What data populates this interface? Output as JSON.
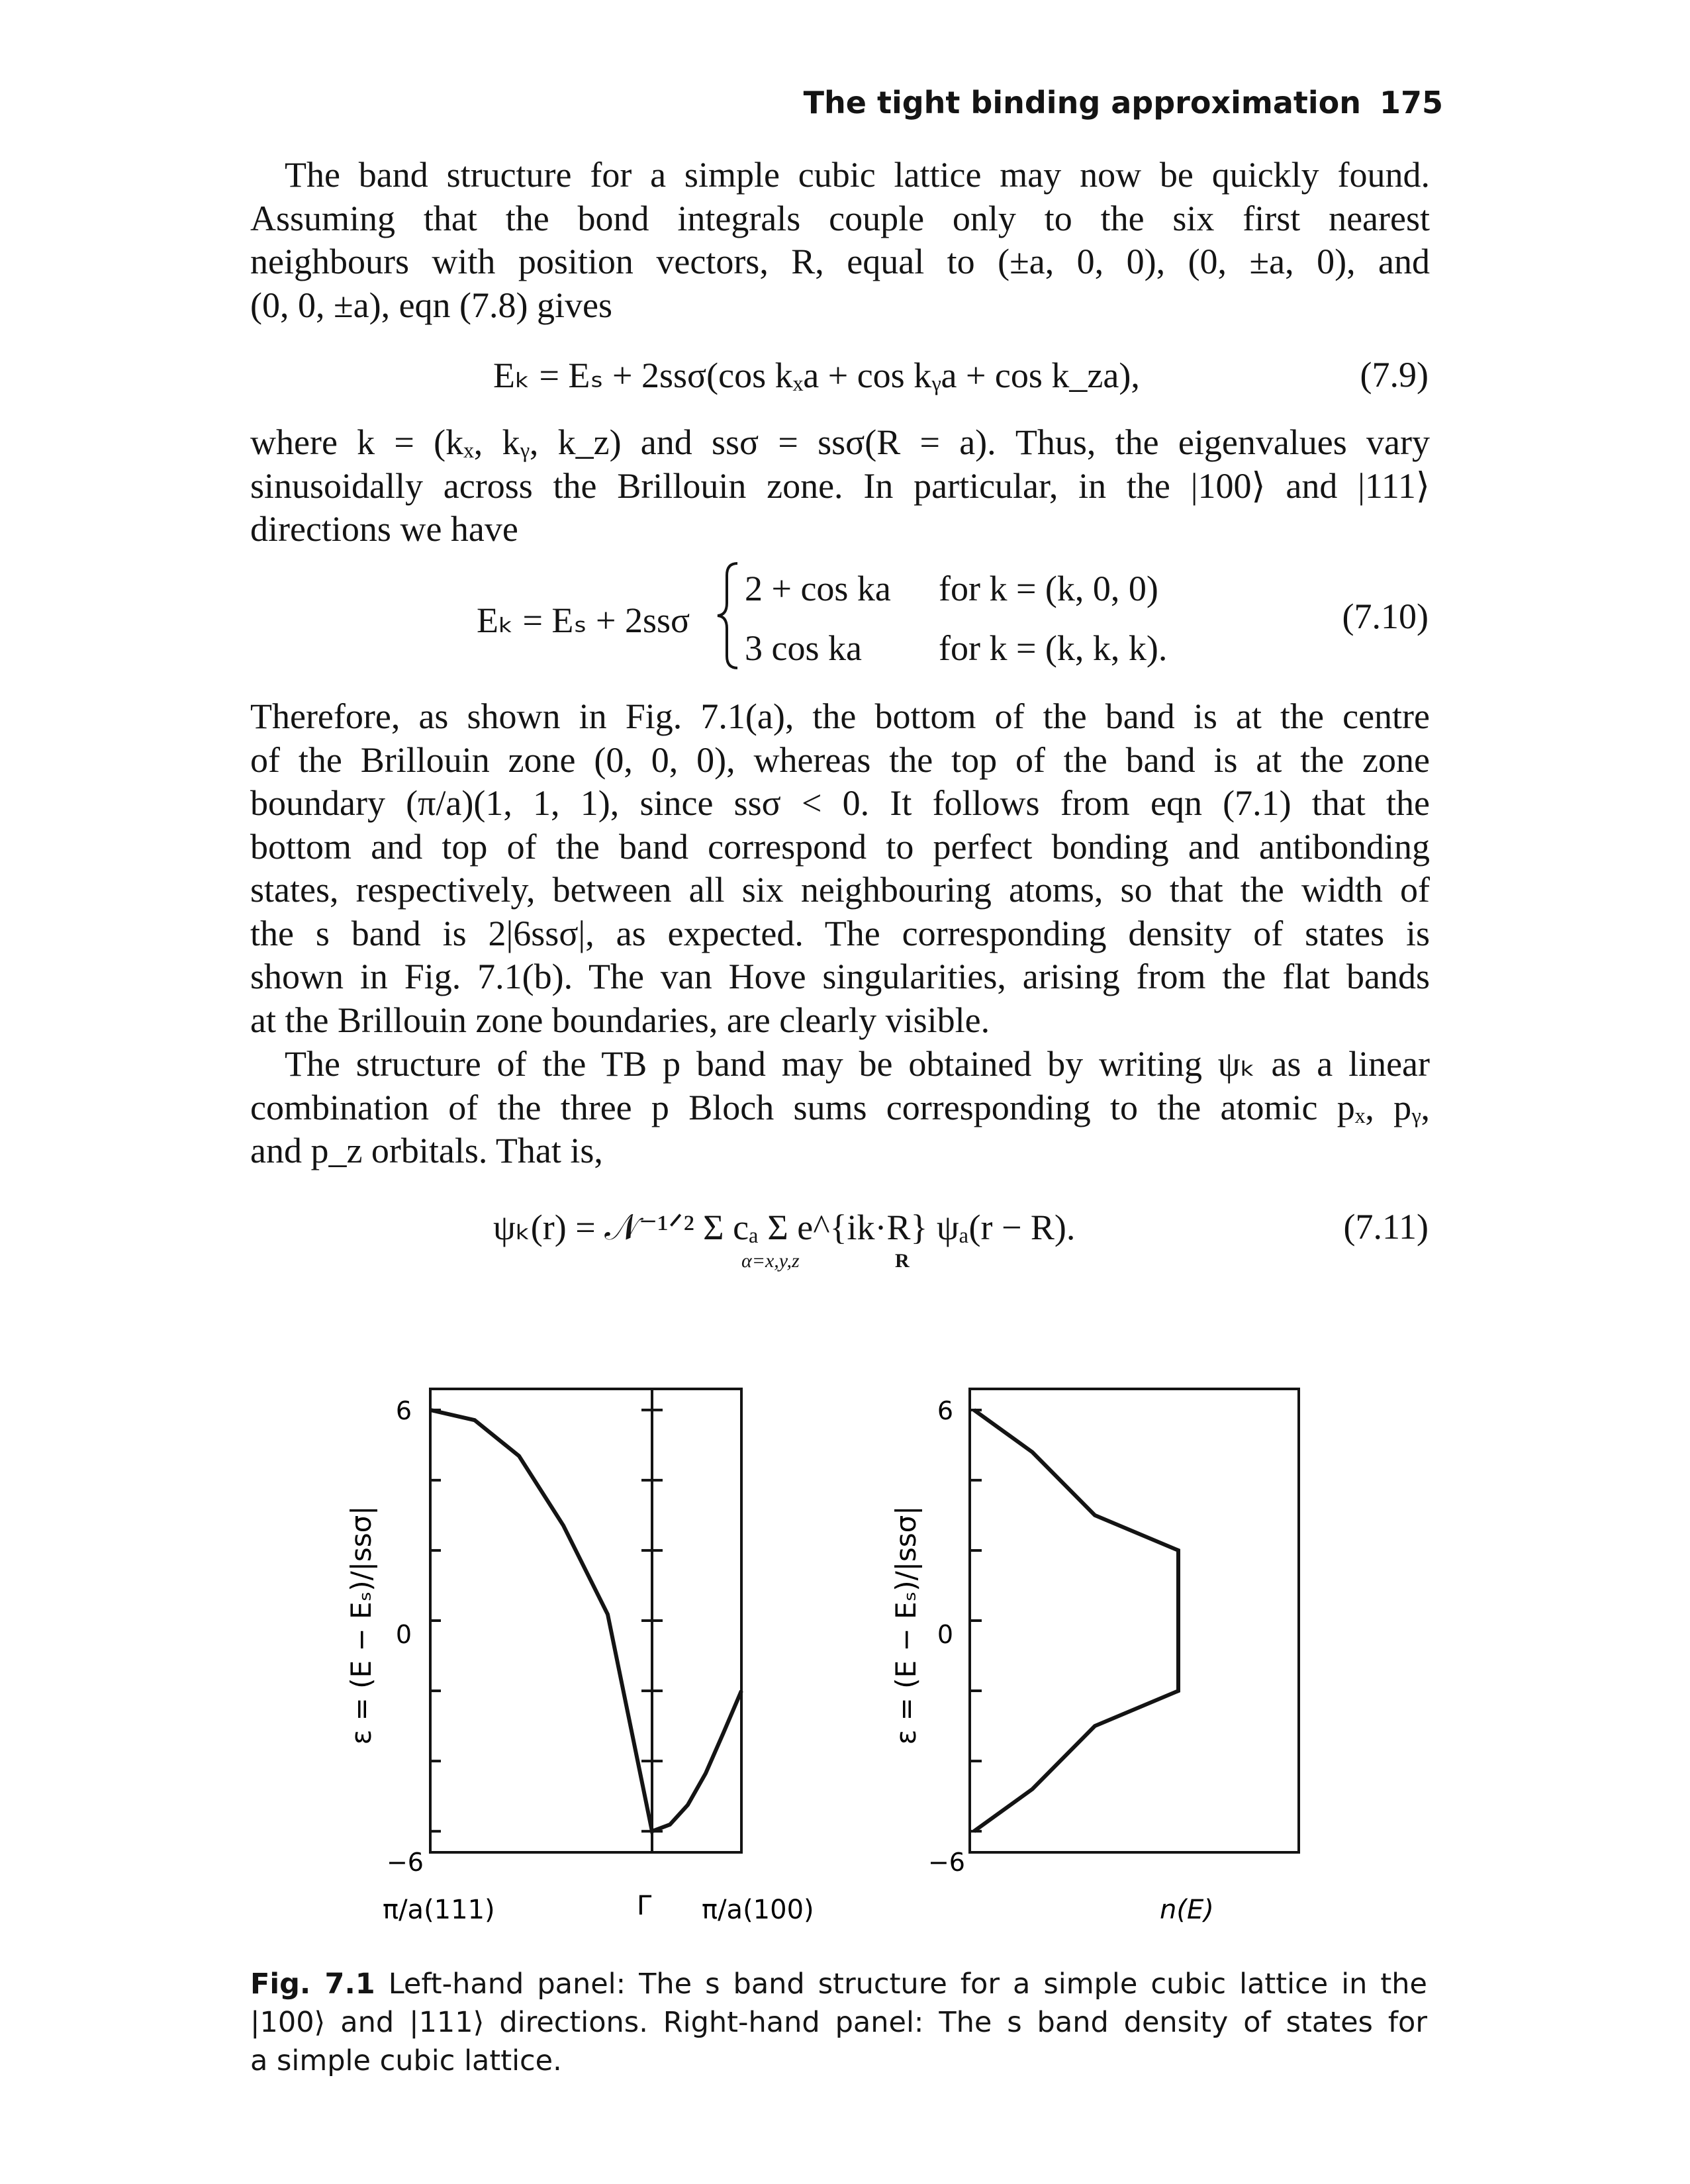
{
  "header": {
    "running_title": "The tight binding approximation",
    "page_number": "175"
  },
  "paragraph1": [
    "The band structure for a simple cubic lattice may now be quickly found.",
    "Assuming that the bond integrals couple only to the six first nearest",
    "neighbours with position vectors, R, equal to (±a, 0, 0), (0, ±a, 0), and",
    "(0, 0, ±a), eqn (7.8) gives"
  ],
  "eq79": {
    "text": "Eₖ = Eₛ + 2ssσ(cos kₓa + cos kᵧa + cos k_za),",
    "number": "(7.9)"
  },
  "paragraph2": [
    "where k = (kₓ, kᵧ, k_z) and ssσ = ssσ(R = a). Thus, the eigenvalues vary",
    "sinusoidally across the Brillouin zone. In particular, in the |100⟩ and |111⟩",
    "directions we have"
  ],
  "eq710": {
    "lhs": "Eₖ = Eₛ + 2ssσ",
    "case1": "2 + cos ka",
    "cond1": "for k = (k, 0, 0)",
    "case2": "3 cos ka",
    "cond2": "for k = (k, k, k).",
    "number": "(7.10)"
  },
  "paragraph3": [
    "Therefore, as shown in Fig. 7.1(a), the bottom of the band is at the centre",
    "of the Brillouin zone (0, 0, 0), whereas the top of the band is at the zone",
    "boundary (π/a)(1, 1, 1), since ssσ < 0. It follows from eqn (7.1) that the",
    "bottom and top of the band correspond to perfect bonding and antibonding",
    "states, respectively, between all six neighbouring atoms, so that the width of",
    "the s band is 2|6ssσ|, as expected. The corresponding density of states is",
    "shown in Fig. 7.1(b). The van Hove singularities, arising from the flat bands",
    "at the Brillouin zone boundaries, are clearly visible."
  ],
  "paragraph4": [
    "The structure of the TB p band may be obtained by writing ψₖ as a linear",
    "combination of the three p Bloch sums corresponding to the atomic pₓ, pᵧ,",
    "and p_z orbitals. That is,"
  ],
  "eq711": {
    "text": "ψₖ(r) = 𝒩⁻¹ᐟ² Σ cₐ Σ e^{ik·R} ψₐ(r − R).",
    "sum1_index": "α=x,y,z",
    "sum2_index": "R",
    "number": "(7.11)"
  },
  "figure": {
    "left_panel": {
      "ylabel": "ε = (E − Eₛ)/|ssσ|",
      "yticks": [
        "6",
        "0",
        "−6"
      ],
      "xlabels": {
        "left": "π/a(111)",
        "center": "Γ",
        "right": "π/a(100)"
      }
    },
    "right_panel": {
      "ylabel": "ε = (E − Eₛ)/|ssσ|",
      "yticks": [
        "6",
        "0",
        "−6"
      ],
      "xlabel": "n(E)"
    }
  },
  "chart_data": [
    {
      "type": "line",
      "title": "",
      "xlabel": "",
      "ylabel": "ε = (E − Eₛ)/|ssσ|",
      "ylim": [
        -6.6,
        6.6
      ],
      "yticks": [
        6,
        0,
        -6
      ],
      "series": [
        {
          "x": [
            -1,
            -0.8,
            -0.6,
            -0.4,
            -0.2,
            0,
            0.2,
            0.4,
            0.6,
            0.8,
            1
          ],
          "y": [
            6,
            5.71,
            4.69,
            2.71,
            0.18,
            -6,
            -5.81,
            -5.25,
            -4.35,
            -3.19,
            -2
          ]
        }
      ]
    },
    {
      "type": "line",
      "title": "",
      "xlabel": "n(E)",
      "ylabel": "ε = (E − Eₛ)/|ssσ|",
      "ylim": [
        -6.6,
        6.6
      ],
      "yticks": [
        6,
        0,
        -6
      ],
      "series": [
        {
          "x": [
            0.02,
            0.3,
            0.6,
            1,
            1,
            0.6,
            0.3,
            0.02
          ],
          "y": [
            6,
            4.8,
            3.0,
            2,
            -2,
            -3.0,
            -4.8,
            -6
          ]
        }
      ]
    }
  ],
  "caption": {
    "label": "Fig. 7.1",
    "lines": [
      "Left-hand panel: The s band structure for a simple cubic lattice in the",
      "|100⟩ and |111⟩ directions. Right-hand panel: The s band density of states for",
      "a simple cubic lattice."
    ]
  }
}
